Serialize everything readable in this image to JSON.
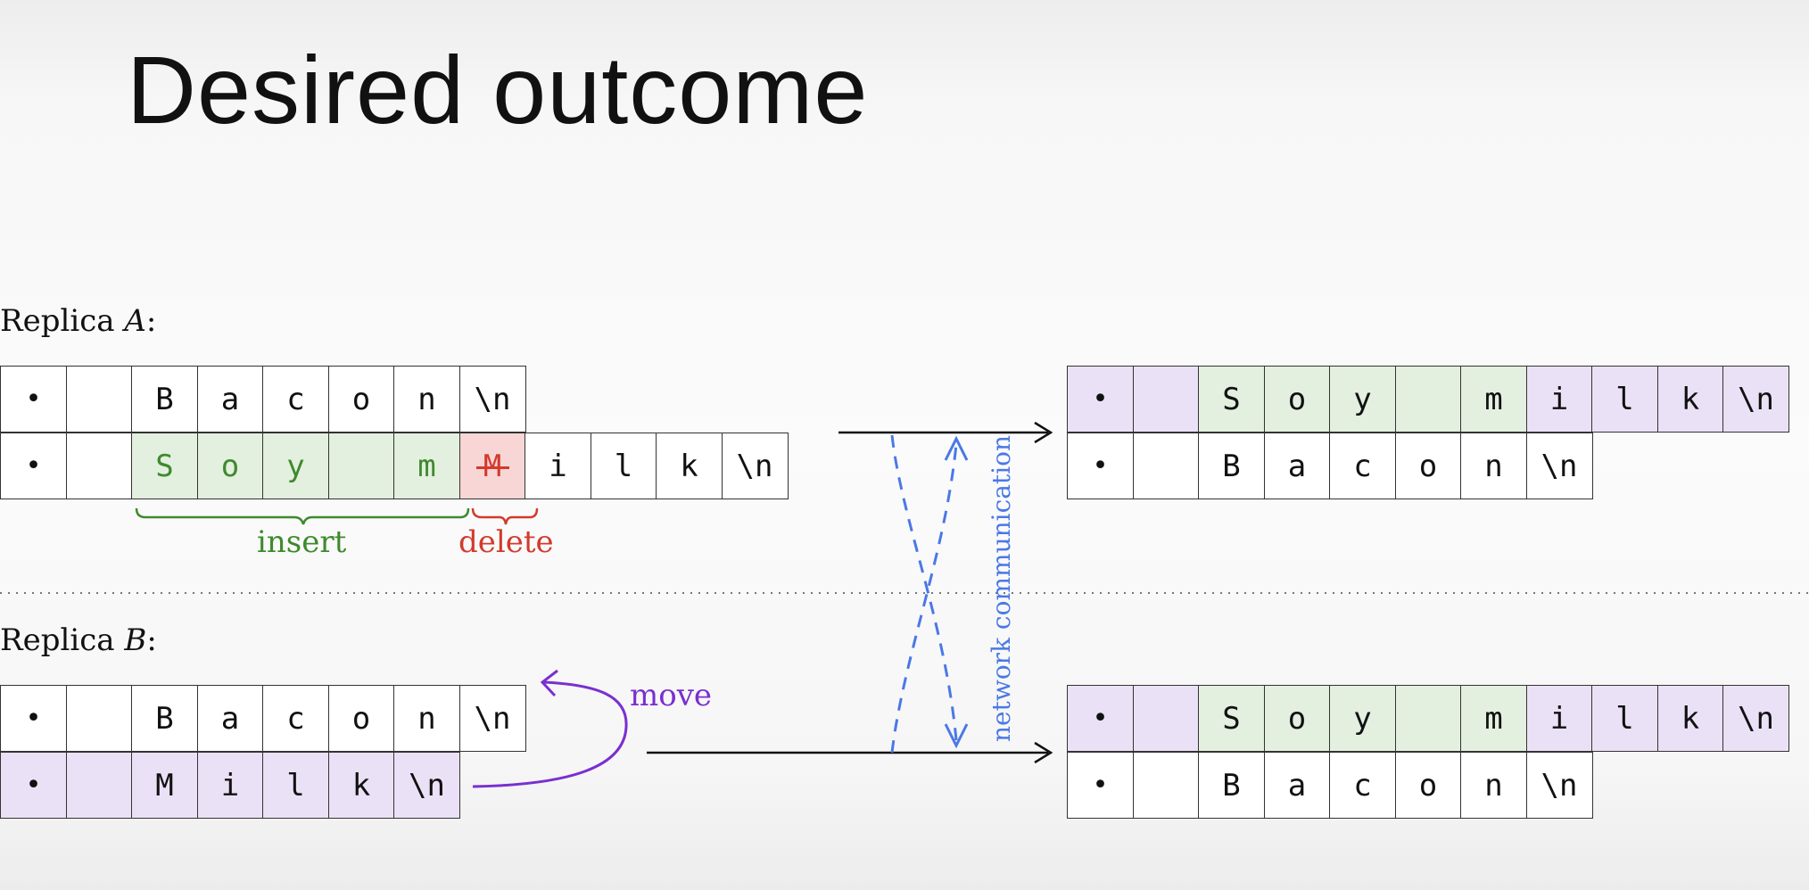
{
  "title": "Desired outcome",
  "replica_a": {
    "label_prefix": "Replica ",
    "label_name": "A",
    "label_suffix": ":",
    "row1": [
      "•",
      "",
      "B",
      "a",
      "c",
      "o",
      "n",
      "\\n"
    ],
    "row2": [
      "•",
      "",
      "S",
      "o",
      "y",
      "",
      "m",
      "M",
      "i",
      "l",
      "k",
      "\\n"
    ]
  },
  "replica_b": {
    "label_prefix": "Replica ",
    "label_name": "B",
    "label_suffix": ":",
    "row1": [
      "•",
      "",
      "B",
      "a",
      "c",
      "o",
      "n",
      "\\n"
    ],
    "row2": [
      "•",
      "",
      "M",
      "i",
      "l",
      "k",
      "\\n"
    ]
  },
  "result_a": {
    "row1": [
      "•",
      "",
      "S",
      "o",
      "y",
      "",
      "m",
      "i",
      "l",
      "k",
      "\\n"
    ],
    "row2": [
      "•",
      "",
      "B",
      "a",
      "c",
      "o",
      "n",
      "\\n"
    ]
  },
  "result_b": {
    "row1": [
      "•",
      "",
      "S",
      "o",
      "y",
      "",
      "m",
      "i",
      "l",
      "k",
      "\\n"
    ],
    "row2": [
      "•",
      "",
      "B",
      "a",
      "c",
      "o",
      "n",
      "\\n"
    ]
  },
  "annotations": {
    "insert": "insert",
    "delete": "delete",
    "move": "move",
    "network": "network communication"
  },
  "colors": {
    "insert": "#3e8a2d",
    "delete": "#d33a2c",
    "move": "#7a2fd0",
    "network": "#4a78e6"
  }
}
